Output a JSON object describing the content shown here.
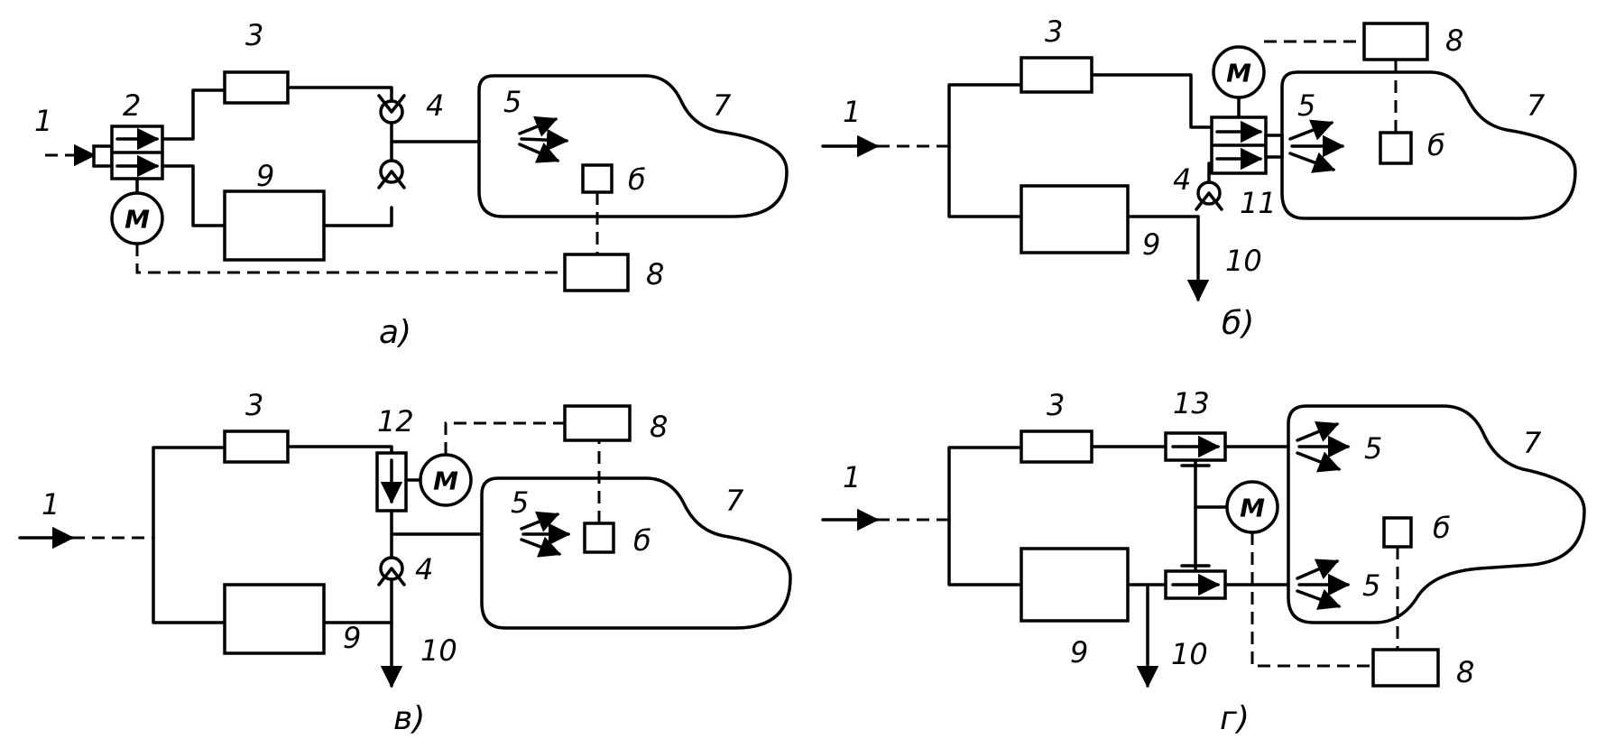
{
  "motor": "M",
  "a": {
    "caption": "а)",
    "labels": {
      "n1": "1",
      "n2": "2",
      "n3": "3",
      "n4": "4",
      "n5": "5",
      "n6": "б",
      "n7": "7",
      "n8": "8",
      "n9": "9"
    }
  },
  "b": {
    "caption": "б)",
    "labels": {
      "n1": "1",
      "n3": "3",
      "n4": "4",
      "n5": "5",
      "n6": "б",
      "n7": "7",
      "n8": "8",
      "n9": "9",
      "n10": "10",
      "n11": "11"
    }
  },
  "v": {
    "caption": "в)",
    "labels": {
      "n1": "1",
      "n3": "3",
      "n4": "4",
      "n5": "5",
      "n6": "б",
      "n7": "7",
      "n8": "8",
      "n9": "9",
      "n10": "10",
      "n12": "12"
    }
  },
  "g": {
    "caption": "г)",
    "labels": {
      "n1": "1",
      "n3": "3",
      "n5a": "5",
      "n5b": "5",
      "n6": "б",
      "n7": "7",
      "n8": "8",
      "n9": "9",
      "n10": "10",
      "n13": "13"
    }
  }
}
